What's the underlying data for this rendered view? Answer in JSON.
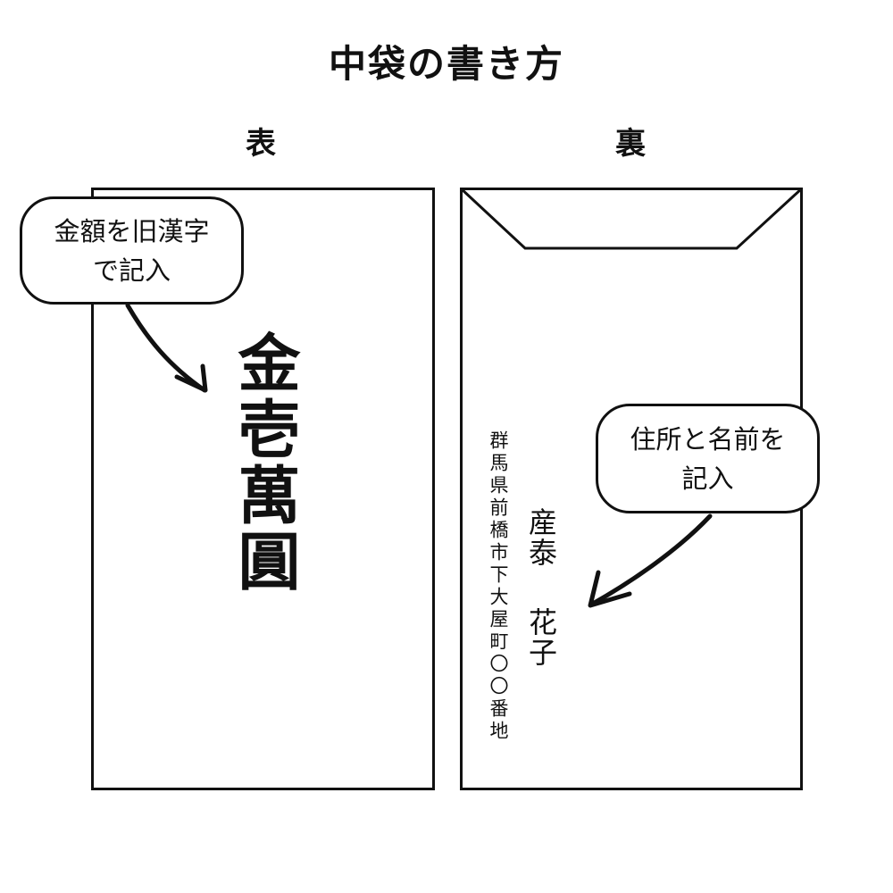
{
  "title": "中袋の書き方",
  "front": {
    "label": "表",
    "amount": "金壱萬圓",
    "callout": {
      "line1": "金額を旧漢字",
      "line2": "で記入"
    }
  },
  "back": {
    "label": "裏",
    "address": "群馬県前橋市下大屋町〇〇番地",
    "name_family": "産泰",
    "name_given": "花子",
    "callout": {
      "line1": "住所と名前を",
      "line2": "記入"
    }
  },
  "colors": {
    "stroke": "#111111",
    "background": "#ffffff"
  }
}
